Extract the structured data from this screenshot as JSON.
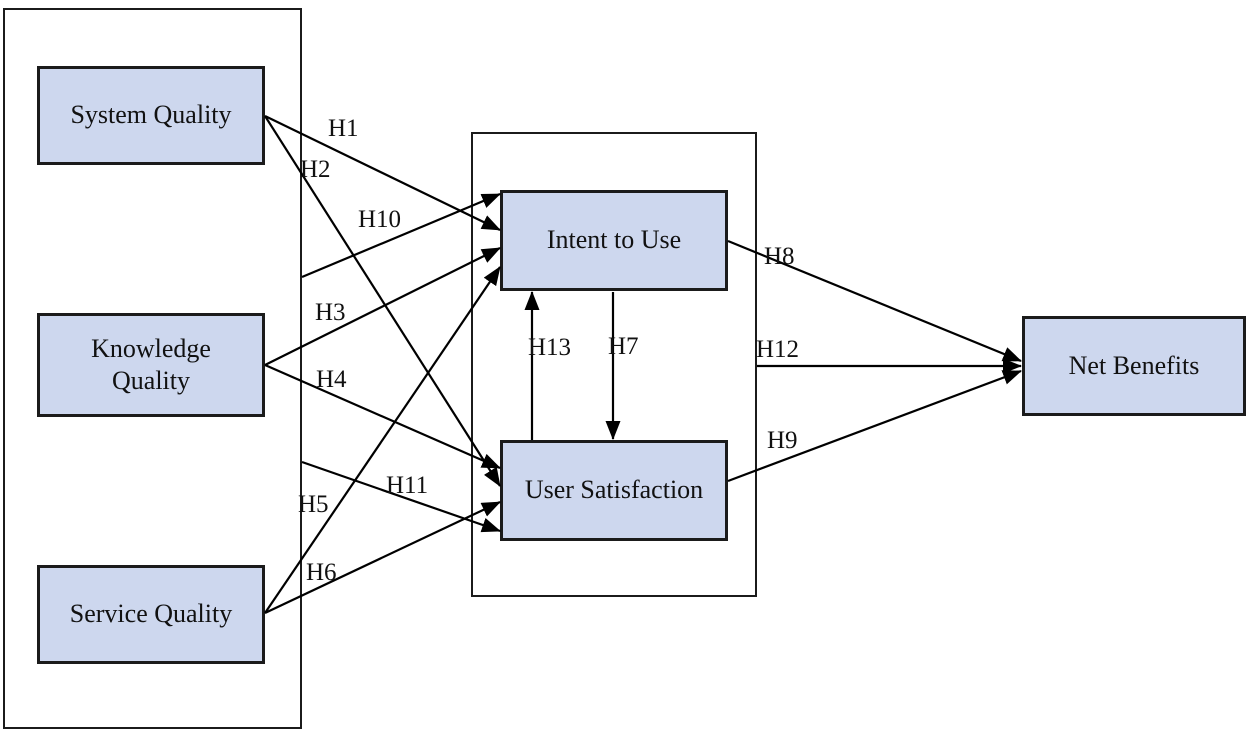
{
  "diagram": {
    "nodes": {
      "system_quality": {
        "label": "System Quality"
      },
      "knowledge_quality": {
        "label": "Knowledge Quality"
      },
      "service_quality": {
        "label": "Service Quality"
      },
      "intent_to_use": {
        "label": "Intent to Use"
      },
      "user_satisfaction": {
        "label": "User Satisfaction"
      },
      "net_benefits": {
        "label": "Net Benefits"
      }
    },
    "hypotheses": {
      "h1": {
        "label": "H1",
        "from": "System Quality",
        "to": "Intent to Use"
      },
      "h2": {
        "label": "H2",
        "from": "System Quality",
        "to": "User Satisfaction"
      },
      "h3": {
        "label": "H3",
        "from": "Knowledge Quality",
        "to": "Intent to Use"
      },
      "h4": {
        "label": "H4",
        "from": "Knowledge Quality",
        "to": "User Satisfaction"
      },
      "h5": {
        "label": "H5",
        "from": "Service Quality",
        "to": "Intent to Use"
      },
      "h6": {
        "label": "H6",
        "from": "Service Quality",
        "to": "User Satisfaction"
      },
      "h7": {
        "label": "H7",
        "from": "Intent to Use",
        "to": "User Satisfaction"
      },
      "h8": {
        "label": "H8",
        "from": "Intent to Use",
        "to": "Net Benefits"
      },
      "h9": {
        "label": "H9",
        "from": "User Satisfaction",
        "to": "Net Benefits"
      },
      "h10": {
        "label": "H10",
        "from": "Quality group",
        "to": "Intent to Use"
      },
      "h11": {
        "label": "H11",
        "from": "Quality group",
        "to": "User Satisfaction"
      },
      "h12": {
        "label": "H12",
        "from": "Use and satisfaction group",
        "to": "Net Benefits"
      },
      "h13": {
        "label": "H13",
        "from": "User Satisfaction",
        "to": "Intent to Use"
      }
    },
    "colors": {
      "node_fill": "#cdd7ee",
      "node_border": "#1b1b1b",
      "line": "#000000",
      "background": "#ffffff"
    }
  }
}
